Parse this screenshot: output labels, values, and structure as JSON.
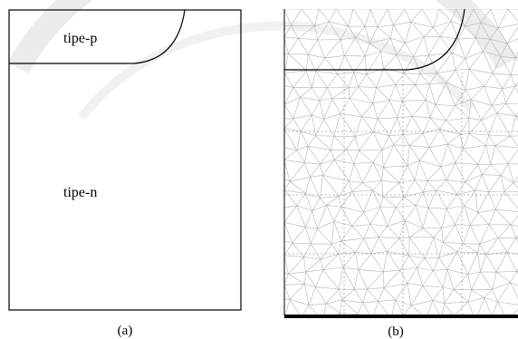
{
  "panel_a": {
    "region_p_label": "tipe-p",
    "region_n_label": "tipe-n",
    "caption": "(a)"
  },
  "panel_b": {
    "caption": "(b)"
  },
  "colors": {
    "outline": "#000000",
    "mesh": "#b4b4b4",
    "dotted_guides": "#888888",
    "watermark": "#d8d8d8",
    "background": "#ffffff"
  }
}
